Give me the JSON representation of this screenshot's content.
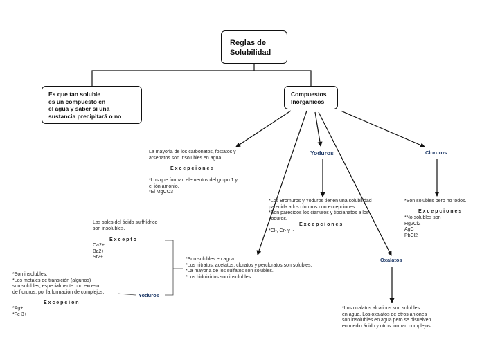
{
  "root": {
    "title": "Reglas de\nSolubilidad"
  },
  "definition": {
    "text": "Es que tan soluble\nes un compuesto en\nel agua y saber si una\nsustancia precipitará o no"
  },
  "inorganic": {
    "title": "Compuestos\nInorgánicos"
  },
  "carbonates": {
    "text": "La mayoria de los carbonatos, fostatos y\narsenatos son insolubles en agua.",
    "exceptions_label": "E x c e p c i o n e s",
    "exceptions": "*Los que forman elementos del grupo 1 y\nel ión amonio.\n*El MgCO3"
  },
  "iodides": {
    "label": "Yoduros",
    "text": "*Los Bromuros y Yoduros tienen una solubilidad\nparecida a los cloruros con excepciones.\n*Son parecidos los cianuros y tiocianatos a los\nyoduros.",
    "exceptions_label": "E x c e p c i o n e s",
    "exceptions": "*Cl-, Cr- y I-"
  },
  "chlorides": {
    "label": "Cloruros",
    "text": "*Son solubles pero no todos.",
    "exceptions_label": "E x c e p c i o n e s",
    "exceptions": "*No solubles son\nHg2Cl2\nAgC\nPbCl2"
  },
  "solubles": {
    "text": "*Son solubles en agua.\n*Los nitratos, acetatos, cloratos y percloratos son solubles.\n*La mayoria de los sulfatos son solubles.\n*Los hidróxidos son insolubles"
  },
  "oxalates": {
    "label": "Oxalatos",
    "text": "*Los oxalatos alcalinos son solubles\nen agua. Los oxalatos de otros aniones\nson insolubles en agua pero se disuelven\nen medio ácido y otros forman complejos."
  },
  "sulfides": {
    "text": "Las sales del ácido sulfhídrico\nson insolubles.",
    "except_label": "E x c e p t o",
    "except": "Ca2+\nBa2+\nSr2+"
  },
  "iodides2": {
    "label": "Yoduros",
    "text": "*Son insolubles.\n*Los metales de transición (algunos)\nson solubles, especialmente con exceso\nde floruros, por la formación de complejos.",
    "exception_label": "E x c e p c i o n",
    "exception": "*Ag+\n*Fe 3+"
  }
}
